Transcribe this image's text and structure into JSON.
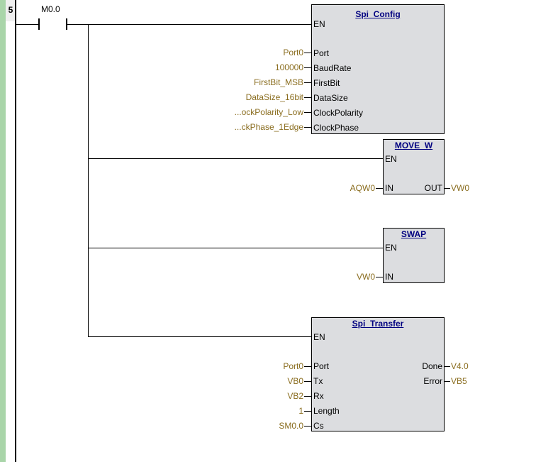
{
  "rung": {
    "number": "5"
  },
  "contact": {
    "label": "M0.0"
  },
  "blocks": {
    "spi_config": {
      "title": "Spi_Config",
      "en": "EN",
      "pins": [
        "Port",
        "BaudRate",
        "FirstBit",
        "DataSize",
        "ClockPolarity",
        "ClockPhase"
      ],
      "params": [
        "Port0",
        "100000",
        "FirstBit_MSB",
        "DataSize_16bit",
        "...ockPolarity_Low",
        "...ckPhase_1Edge"
      ]
    },
    "move_w": {
      "title": "MOVE_W",
      "en": "EN",
      "in_pin": "IN",
      "in_param": "AQW0",
      "out_pin": "OUT",
      "out_param": "VW0"
    },
    "swap": {
      "title": "SWAP",
      "en": "EN",
      "in_pin": "IN",
      "in_param": "VW0"
    },
    "spi_transfer": {
      "title": "Spi_Transfer",
      "en": "EN",
      "pins": [
        "Port",
        "Tx",
        "Rx",
        "Length",
        "Cs"
      ],
      "params": [
        "Port0",
        "VB0",
        "VB2",
        "1",
        "SM0.0"
      ],
      "out_pins": [
        "Done",
        "Error"
      ],
      "out_params": [
        "V4.0",
        "VB5"
      ]
    }
  }
}
